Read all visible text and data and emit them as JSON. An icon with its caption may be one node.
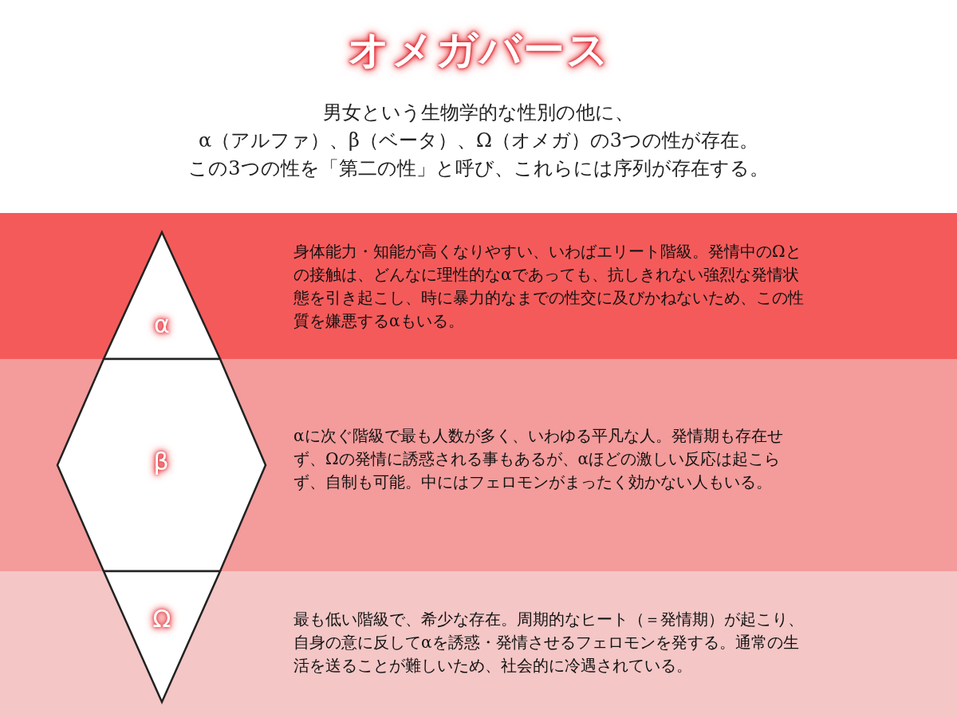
{
  "diagram": {
    "title": "オメガバース",
    "labels": [
      "男女という生物学的な性別の他に、",
      "α（アルファ）、β（ベータ）、Ω（オメガ）の3つの性が存在。",
      "この3つの性を「第二の性」と呼び、これらには序列が存在する。"
    ],
    "nodes": [
      {
        "text": [
          "身体能力・知能が高くなりやすい、いわばエリート階級。発情中のΩとの接触は、どんなに理性的なαであっても、抗しきれない強烈な発情状態を引き起こし、時に暴力的なまでの性交に及びかねないため、この性質を嫌悪するαもいる。"
        ]
      },
      {
        "text": [
          "α"
        ],
        "in": 0
      },
      {
        "text": [
          "αに次ぐ階級で最も人数が多く、いわゆる平凡な人。発情期も存在せず、Ωの発情に誘惑される事もあるが、αほどの激しい反応は起こらず、自制も可能。中にはフェロモンがまったく効かない人もいる。"
        ]
      },
      {
        "text": [
          "β"
        ],
        "in": 2
      },
      {
        "text": [
          "最も低い階級で、希少な存在。周期的なヒート（＝発情期）が起こり、自身の意に反してαを誘惑・発情させるフェロモンを発する。通常の生活を送ることが難しいため、社会的に冷遇されている。"
        ]
      },
      {
        "text": [
          "Ω"
        ],
        "in": 4
      }
    ]
  }
}
